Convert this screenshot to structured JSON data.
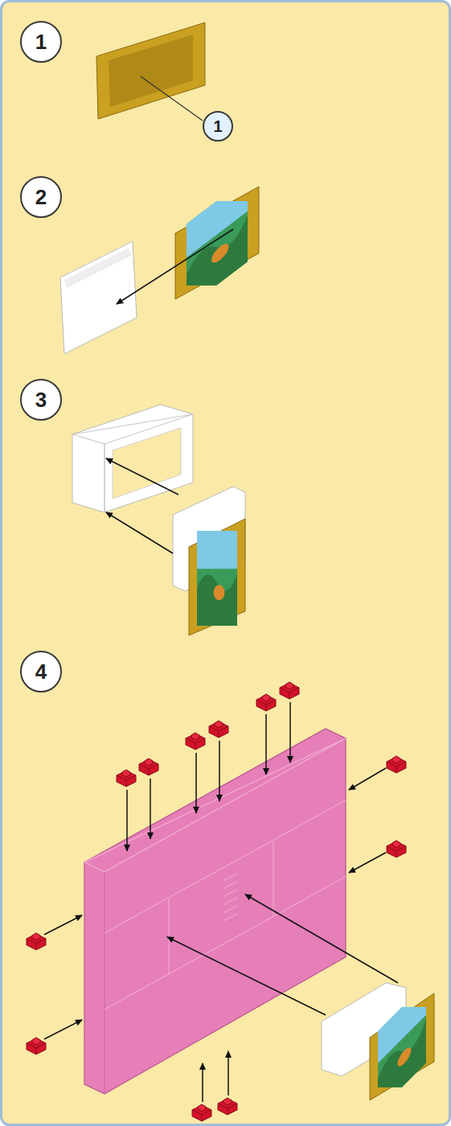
{
  "diagram": {
    "nodes": [
      {
        "text": [
          "1"
        ]
      },
      {
        "text": [
          "1"
        ]
      },
      {
        "text": [
          "2"
        ]
      },
      {
        "text": [
          "3"
        ]
      },
      {
        "text": [
          "4"
        ]
      }
    ]
  }
}
